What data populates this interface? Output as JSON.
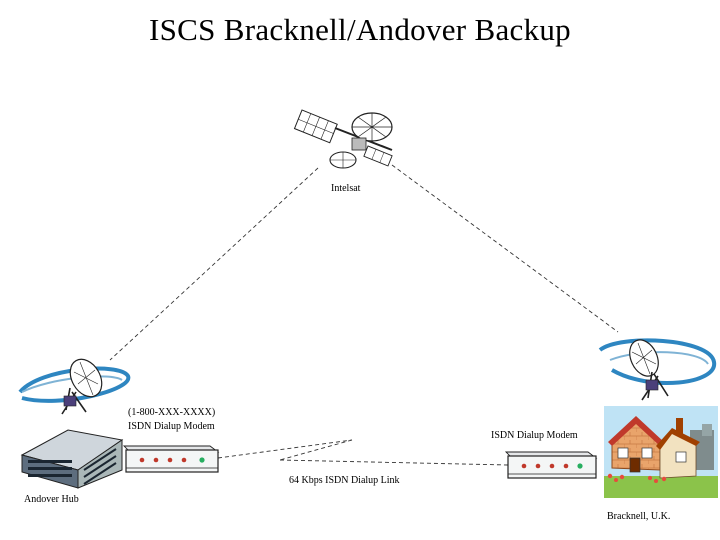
{
  "title": "ISCS Bracknell/Andover Backup",
  "labels": {
    "satellite": "Intelsat",
    "phone_number": "(1-800-XXX-XXXX)",
    "left_modem": "ISDN Dialup Modem",
    "right_modem": "ISDN Dialup Modem",
    "link": "64 Kbps ISDN Dialup Link",
    "left_site": "Andover Hub",
    "right_site": "Bracknell, U.K."
  }
}
